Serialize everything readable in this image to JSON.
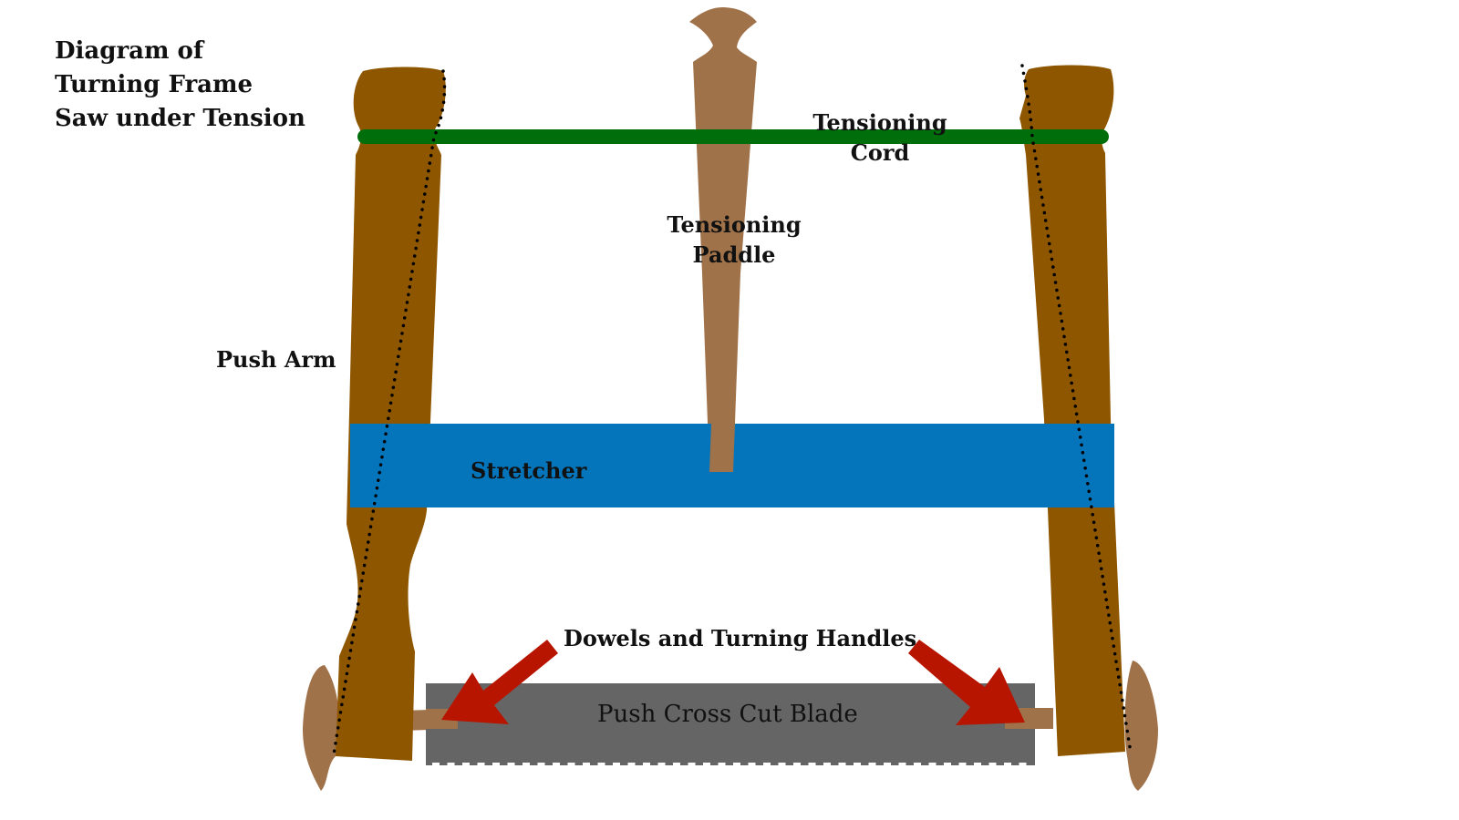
{
  "title": {
    "lines": [
      "Diagram of",
      "Turning Frame",
      "Saw under Tension"
    ]
  },
  "labels": {
    "tensioning_cord": [
      "Tensioning",
      "Cord"
    ],
    "tensioning_paddle": [
      "Tensioning",
      "Paddle"
    ],
    "push_arm": "Push Arm",
    "stretcher": "Stretcher",
    "dowels_handles": "Dowels and Turning Handles",
    "blade": "Push Cross Cut Blade"
  },
  "colors": {
    "arm": "#8f5600",
    "paddle": "#a0724a",
    "cord": "#006f0b",
    "stretcher": "#0475bb",
    "blade": "#656565",
    "arrow": "#b81500",
    "dotted_line": "#000000"
  }
}
